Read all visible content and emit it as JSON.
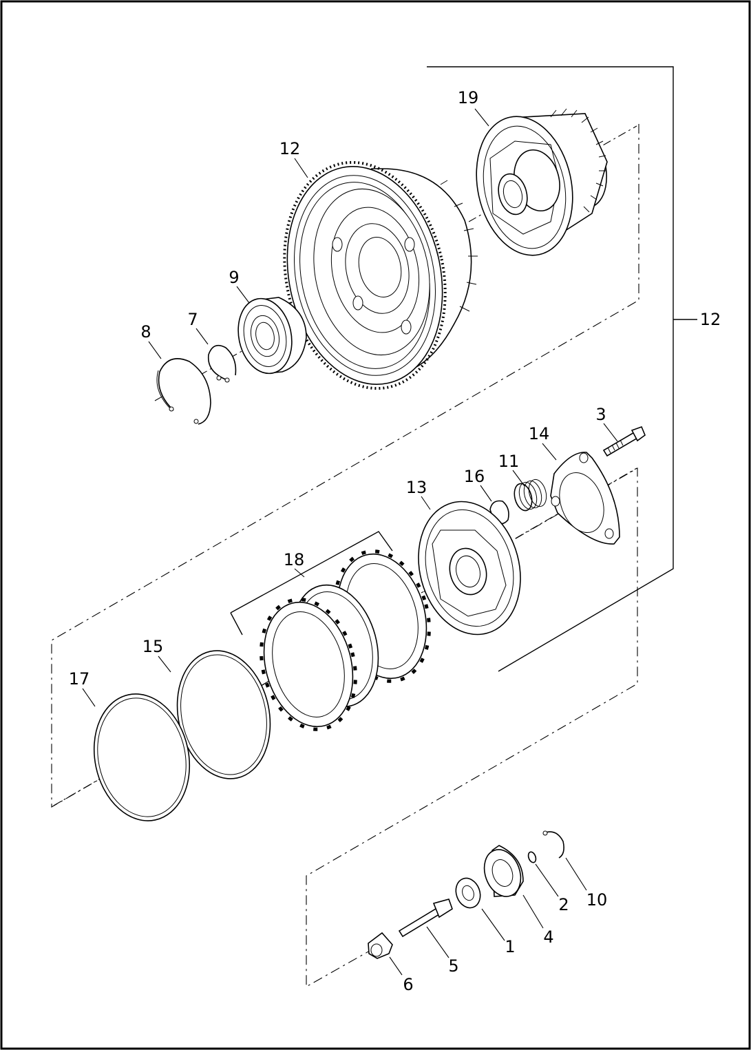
{
  "diagram": {
    "callouts": {
      "c1": "1",
      "c2": "2",
      "c3": "3",
      "c4": "4",
      "c5": "5",
      "c6": "6",
      "c7": "7",
      "c8": "8",
      "c9": "9",
      "c10": "10",
      "c11": "11",
      "c12_assembly": "12",
      "c12_bracket": "12",
      "c13": "13",
      "c14": "14",
      "c15": "15",
      "c16": "16",
      "c17": "17",
      "c18": "18",
      "c19": "19"
    }
  }
}
